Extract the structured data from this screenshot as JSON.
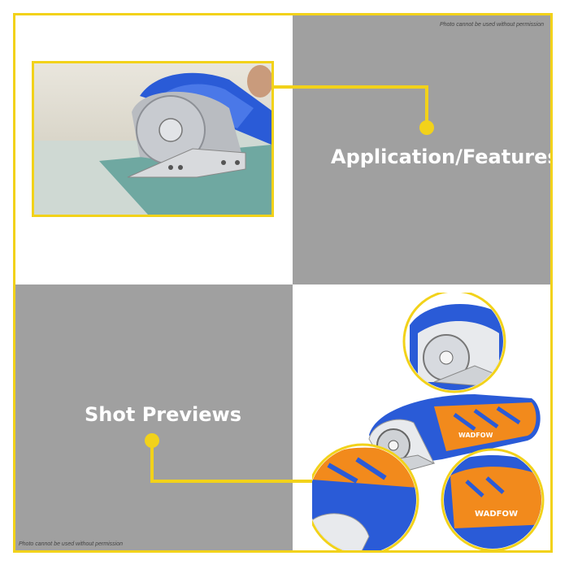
{
  "watermark": {
    "top": "Photo cannot be used without permission",
    "bottom": "Photo cannot be used without permission"
  },
  "captions": {
    "application": "Application/Features",
    "previews": "Shot Previews"
  },
  "brand": {
    "name": "WADFOW"
  },
  "colors": {
    "frame": "#f2d21a",
    "panel_gray": "#a0a0a0",
    "tool_blue": "#2a5bd7",
    "tool_orange": "#f28a1c"
  },
  "icons": {
    "photo": "product-closeup-photo",
    "product": "cordless-rotary-cutter"
  }
}
